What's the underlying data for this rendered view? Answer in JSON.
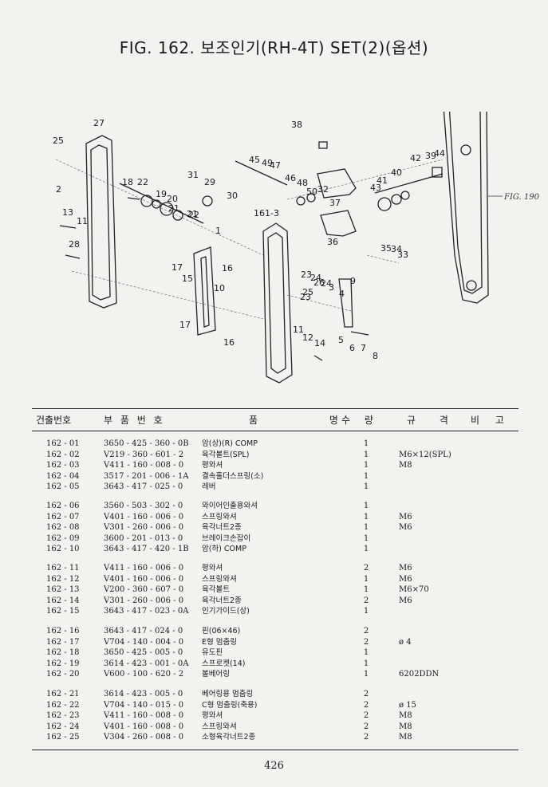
{
  "title": "FIG. 162. 보조인기(RH-4T) SET(2)(옵션)",
  "diagram": {
    "ref_label": "FIG. 190",
    "callouts": [
      "1",
      "2",
      "3",
      "4",
      "5",
      "6",
      "7",
      "8",
      "9",
      "10",
      "11",
      "11",
      "12",
      "13",
      "14",
      "15",
      "16",
      "16",
      "17",
      "17",
      "18",
      "19",
      "20",
      "21",
      "21",
      "22",
      "22",
      "23",
      "23",
      "24",
      "24",
      "25",
      "25",
      "26",
      "27",
      "28",
      "29",
      "30",
      "31",
      "32",
      "33",
      "34",
      "35",
      "36",
      "37",
      "38",
      "39",
      "40",
      "41",
      "42",
      "43",
      "44",
      "45",
      "46",
      "47",
      "48",
      "49",
      "50",
      "161-3"
    ]
  },
  "table": {
    "headers": {
      "no": "건출번호",
      "part_no": "부 품 번 호",
      "name": "품 명",
      "qty": "수 량",
      "spec": "규 격",
      "remark": "비 고"
    },
    "groups": [
      [
        {
          "no": "162 - 01",
          "part_no": "3650 - 425 - 360 - 0B",
          "name": "암(상)(R) COMP",
          "qty": "1",
          "spec": ""
        },
        {
          "no": "162 - 02",
          "part_no": "V219 - 360 - 601 - 2",
          "name": "육각볼트(SPL)",
          "qty": "1",
          "spec": "M6×12(SPL)"
        },
        {
          "no": "162 - 03",
          "part_no": "V411 - 160 - 008 - 0",
          "name": "평와셔",
          "qty": "1",
          "spec": "M8"
        },
        {
          "no": "162 - 04",
          "part_no": "3517 - 201 - 006 - 1A",
          "name": "결속홀더스프링(소)",
          "qty": "1",
          "spec": ""
        },
        {
          "no": "162 - 05",
          "part_no": "3643 - 417 - 025 - 0",
          "name": "레버",
          "qty": "1",
          "spec": ""
        }
      ],
      [
        {
          "no": "162 - 06",
          "part_no": "3560 - 503 - 302 - 0",
          "name": "와이어인출용와셔",
          "qty": "1",
          "spec": ""
        },
        {
          "no": "162 - 07",
          "part_no": "V401 - 160 - 006 - 0",
          "name": "스프링와셔",
          "qty": "1",
          "spec": "M6"
        },
        {
          "no": "162 - 08",
          "part_no": "V301 - 260 - 006 - 0",
          "name": "육각너트2종",
          "qty": "1",
          "spec": "M6"
        },
        {
          "no": "162 - 09",
          "part_no": "3600 - 201 - 013 - 0",
          "name": "브레이크손잡이",
          "qty": "1",
          "spec": ""
        },
        {
          "no": "162 - 10",
          "part_no": "3643 - 417 - 420 - 1B",
          "name": "암(하) COMP",
          "qty": "1",
          "spec": ""
        }
      ],
      [
        {
          "no": "162 - 11",
          "part_no": "V411 - 160 - 006 - 0",
          "name": "평와셔",
          "qty": "2",
          "spec": "M6"
        },
        {
          "no": "162 - 12",
          "part_no": "V401 - 160 - 006 - 0",
          "name": "스프링와셔",
          "qty": "1",
          "spec": "M6"
        },
        {
          "no": "162 - 13",
          "part_no": "V200 - 360 - 607 - 0",
          "name": "육각볼트",
          "qty": "1",
          "spec": "M6×70"
        },
        {
          "no": "162 - 14",
          "part_no": "V301 - 260 - 006 - 0",
          "name": "육각너트2종",
          "qty": "2",
          "spec": "M6"
        },
        {
          "no": "162 - 15",
          "part_no": "3643 - 417 - 023 - 0A",
          "name": "인기가이드(상)",
          "qty": "1",
          "spec": ""
        }
      ],
      [
        {
          "no": "162 - 16",
          "part_no": "3643 - 417 - 024 - 0",
          "name": "핀(06×46)",
          "qty": "2",
          "spec": ""
        },
        {
          "no": "162 - 17",
          "part_no": "V704 - 140 - 004 - 0",
          "name": "E형 멈춤링",
          "qty": "2",
          "spec": "ø 4"
        },
        {
          "no": "162 - 18",
          "part_no": "3650 - 425 - 005 - 0",
          "name": "유도핀",
          "qty": "1",
          "spec": ""
        },
        {
          "no": "162 - 19",
          "part_no": "3614 - 423 - 001 - 0A",
          "name": "스프로켓(14)",
          "qty": "1",
          "spec": ""
        },
        {
          "no": "162 - 20",
          "part_no": "V600 - 100 - 620 - 2",
          "name": "볼베어링",
          "qty": "1",
          "spec": "6202DDN"
        }
      ],
      [
        {
          "no": "162 - 21",
          "part_no": "3614 - 423 - 005 - 0",
          "name": "베어링용 멈춤링",
          "qty": "2",
          "spec": ""
        },
        {
          "no": "162 - 22",
          "part_no": "V704 - 140 - 015 - 0",
          "name": "C형 멈춤링(축용)",
          "qty": "2",
          "spec": "ø 15"
        },
        {
          "no": "162 - 23",
          "part_no": "V411 - 160 - 008 - 0",
          "name": "평와셔",
          "qty": "2",
          "spec": "M8"
        },
        {
          "no": "162 - 24",
          "part_no": "V401 - 160 - 008 - 0",
          "name": "스프링와셔",
          "qty": "2",
          "spec": "M8"
        },
        {
          "no": "162 - 25",
          "part_no": "V304 - 260 - 008 - 0",
          "name": "소형육각너트2종",
          "qty": "2",
          "spec": "M8"
        }
      ]
    ]
  },
  "page_number": "426"
}
